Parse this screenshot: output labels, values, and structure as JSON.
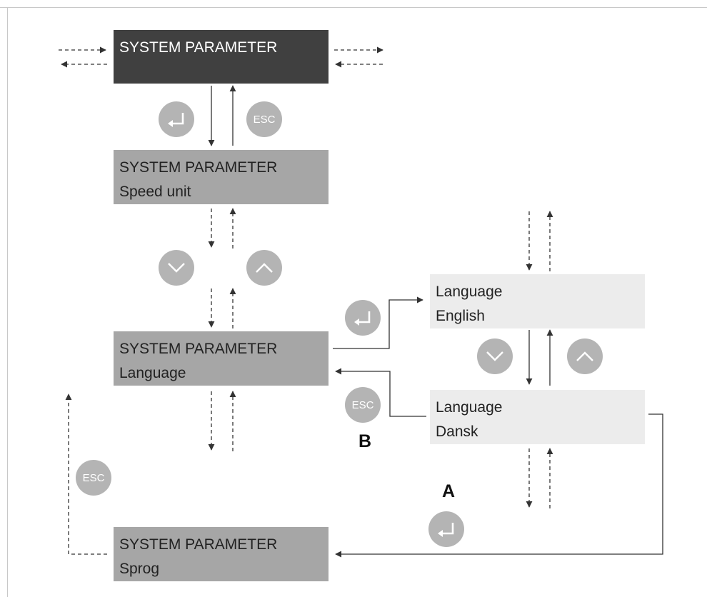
{
  "boxes": {
    "top": {
      "line1": "SYSTEM PARAMETER"
    },
    "speed_unit": {
      "line1": "SYSTEM PARAMETER",
      "line2": "Speed unit"
    },
    "language": {
      "line1": "SYSTEM PARAMETER",
      "line2": "Language"
    },
    "sprog": {
      "line1": "SYSTEM PARAMETER",
      "line2": "Sprog"
    },
    "lang_english": {
      "line1": "Language",
      "line2": "English"
    },
    "lang_dansk": {
      "line1": "Language",
      "line2": "Dansk"
    }
  },
  "buttons": {
    "esc_label": "ESC"
  },
  "labels": {
    "a": "A",
    "b": "B"
  },
  "colors": {
    "dark_box": "#404040",
    "mid_box": "#a6a6a6",
    "light_box": "#ececec",
    "button": "#b4b4b4",
    "line": "#333333"
  },
  "icons": [
    "enter-icon",
    "esc-icon",
    "chevron-down-icon",
    "chevron-up-icon"
  ]
}
